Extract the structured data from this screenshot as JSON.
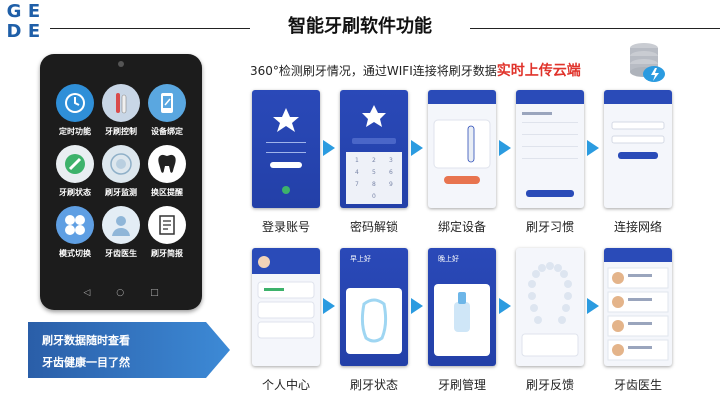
{
  "logo": {
    "letters": [
      "G",
      "E",
      "D",
      "E"
    ]
  },
  "header": {
    "title": "智能牙刷软件功能"
  },
  "subtitle": {
    "prefix": "360°检测刷牙情况，通过WIFI连接将刷牙数据",
    "highlight": "实时上传云端"
  },
  "icons": {
    "cloud": "cloud-database-icon"
  },
  "tablet": {
    "tiles": [
      {
        "label": "定时功能",
        "icon": "clock-icon",
        "color": "#2f8fd8"
      },
      {
        "label": "牙刷控制",
        "icon": "toothbrush-control-icon",
        "color": "#c8d6e6"
      },
      {
        "label": "设备绑定",
        "icon": "device-bind-icon",
        "color": "#5aa7e0"
      },
      {
        "label": "牙刷状态",
        "icon": "toothbrush-status-icon",
        "color": "#e9eef2"
      },
      {
        "label": "刷牙监测",
        "icon": "brush-monitor-icon",
        "color": "#dde7ee"
      },
      {
        "label": "换区提醒",
        "icon": "tooth-icon",
        "color": "#ffffff"
      },
      {
        "label": "模式切换",
        "icon": "mode-switch-icon",
        "color": "#5f9fe3"
      },
      {
        "label": "牙齿医生",
        "icon": "dentist-icon",
        "color": "#e3edf5"
      },
      {
        "label": "刷牙简报",
        "icon": "report-icon",
        "color": "#ffffff"
      }
    ]
  },
  "banner": {
    "line1": "刷牙数据随时查看",
    "line2": "牙齿健康一目了然"
  },
  "row1": [
    {
      "caption": "登录账号",
      "type": "login"
    },
    {
      "caption": "密码解锁",
      "type": "keypad"
    },
    {
      "caption": "绑定设备",
      "type": "bind"
    },
    {
      "caption": "刷牙习惯",
      "type": "habit"
    },
    {
      "caption": "连接网络",
      "type": "network"
    }
  ],
  "row2": [
    {
      "caption": "个人中心",
      "type": "profile"
    },
    {
      "caption": "刷牙状态",
      "type": "status"
    },
    {
      "caption": "牙刷管理",
      "type": "manage"
    },
    {
      "caption": "刷牙反馈",
      "type": "feedback"
    },
    {
      "caption": "牙齿医生",
      "type": "doctor"
    }
  ],
  "screen_text": {
    "status": "早上好",
    "manage": "晚上好"
  },
  "colors": {
    "accent": "#2b9be0",
    "brand": "#2a49b8",
    "highlight": "#e0332b"
  }
}
